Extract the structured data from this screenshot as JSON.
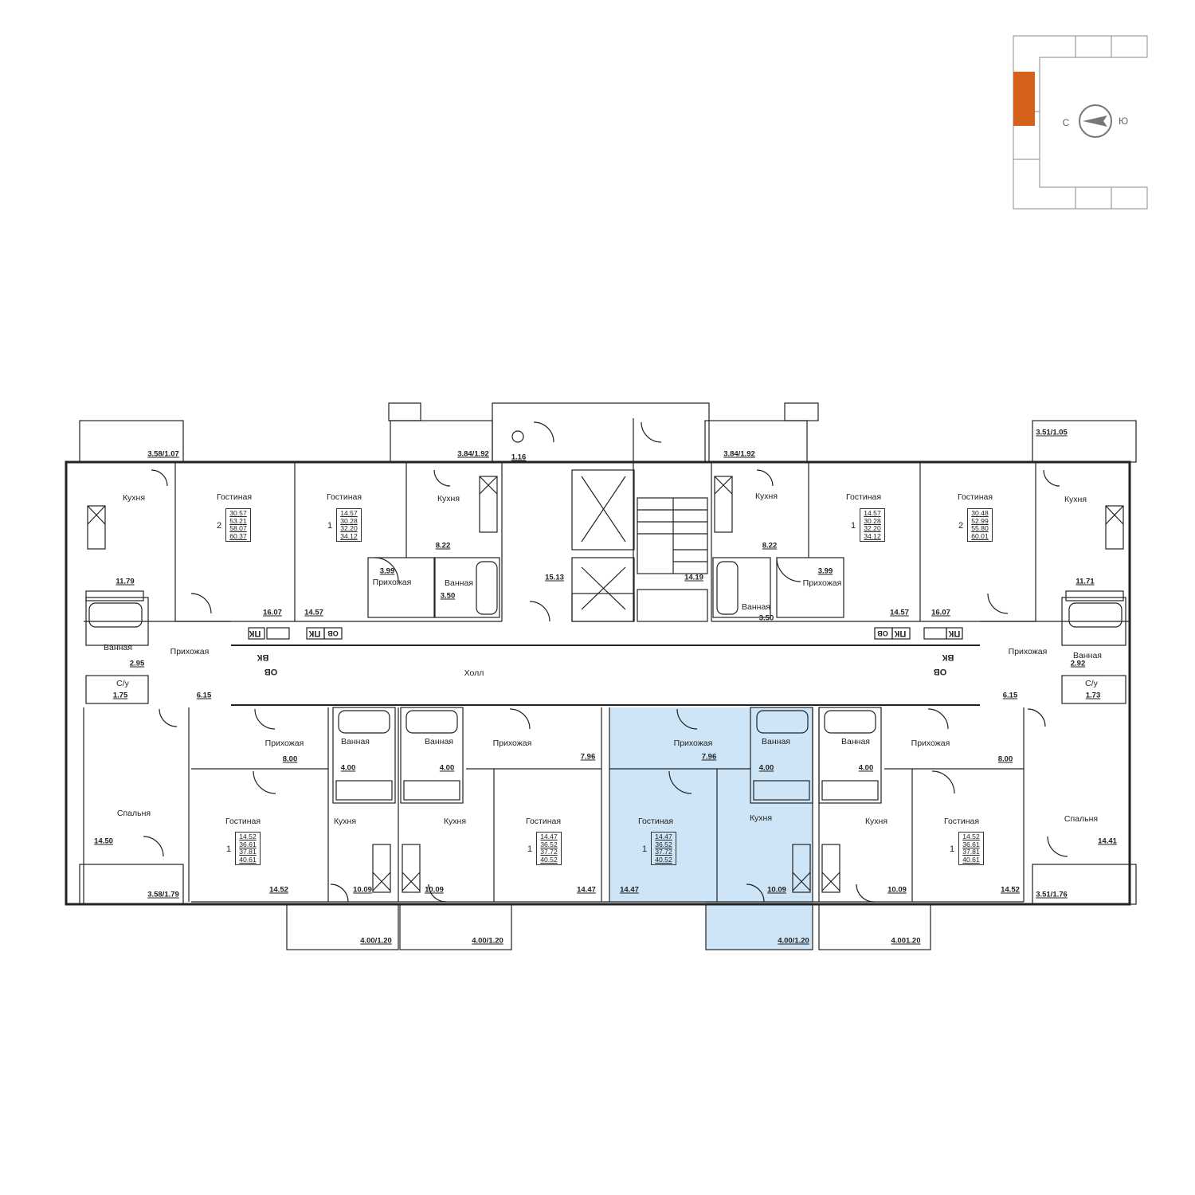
{
  "colors": {
    "highlight_apartment": "#cde5f6",
    "highlight_building": "#d4621a",
    "wall": "#222222",
    "compass": "#777777"
  },
  "keyplan": {
    "compass": {
      "north": "С",
      "south": "Ю"
    }
  },
  "units": {
    "u1": {
      "rooms": "2",
      "areas": [
        "30.57",
        "53.21",
        "58.07",
        "60.37"
      ]
    },
    "u2": {
      "rooms": "1",
      "areas": [
        "14.57",
        "30.28",
        "32.20",
        "34.12"
      ]
    },
    "u3": {
      "rooms": "1",
      "areas": [
        "14.57",
        "30.28",
        "32.20",
        "34.12"
      ]
    },
    "u4": {
      "rooms": "2",
      "areas": [
        "30.48",
        "52.99",
        "55.80",
        "60.01"
      ]
    },
    "u5": {
      "rooms": "1",
      "areas": [
        "14.52",
        "36.61",
        "37.81",
        "40.61"
      ]
    },
    "u6": {
      "rooms": "1",
      "areas": [
        "14.47",
        "36.52",
        "37.72",
        "40.52"
      ]
    },
    "u7": {
      "rooms": "1",
      "areas": [
        "14.47",
        "36.52",
        "37.72",
        "40.52"
      ]
    },
    "u8": {
      "rooms": "1",
      "areas": [
        "14.52",
        "36.61",
        "37.81",
        "40.61"
      ]
    }
  },
  "room_labels": {
    "kitchen": "Кухня",
    "living": "Гостиная",
    "hall_entry": "Прихожая",
    "bathroom": "Ванная",
    "wc": "С/у",
    "bedroom": "Спальня",
    "corridor": "Холл"
  },
  "room_areas": {
    "k1": "11.79",
    "liv1": "16.07",
    "liv2": "14.57",
    "k2": "8.22",
    "pr2": "3.99",
    "b2": "3.50",
    "stair1": "15.13",
    "stair2": "14.19",
    "k3": "8.22",
    "b3": "3.50",
    "pr3": "3.99",
    "liv3": "14.57",
    "liv4": "16.07",
    "k4": "11.71",
    "b1": "2.95",
    "wc1": "1.75",
    "pr1": "6.15",
    "b4": "2.92",
    "wc4": "1.73",
    "pr4": "6.15",
    "tech": "1.16",
    "bed5": "14.50",
    "pr5": "8.00",
    "b5": "4.00",
    "liv5": "14.52",
    "k5": "10.09",
    "b6": "4.00",
    "pr6": "7.96",
    "k6": "10.09",
    "liv6": "14.47",
    "pr7": "7.96",
    "liv7": "14.47",
    "b7": "4.00",
    "k7": "10.09",
    "b8": "4.00",
    "k8": "10.09",
    "pr8": "8.00",
    "liv8": "14.52",
    "bed8": "14.41"
  },
  "balconies": {
    "bal_tl": "3.58/1.07",
    "bal_tc1": "3.84/1.92",
    "bal_tc2": "3.84/1.92",
    "bal_tr": "3.51/1.05",
    "bal_bl": "3.58/1.79",
    "bal_br": "3.51/1.76",
    "bal_b1": "4.00/1.20",
    "bal_b2": "4.00/1.20",
    "bal_b3": "4.00/1.20",
    "bal_b4": "4.001.20"
  },
  "utility": {
    "pk": "ПК",
    "ov": "ОВ",
    "vk": "ВК"
  }
}
